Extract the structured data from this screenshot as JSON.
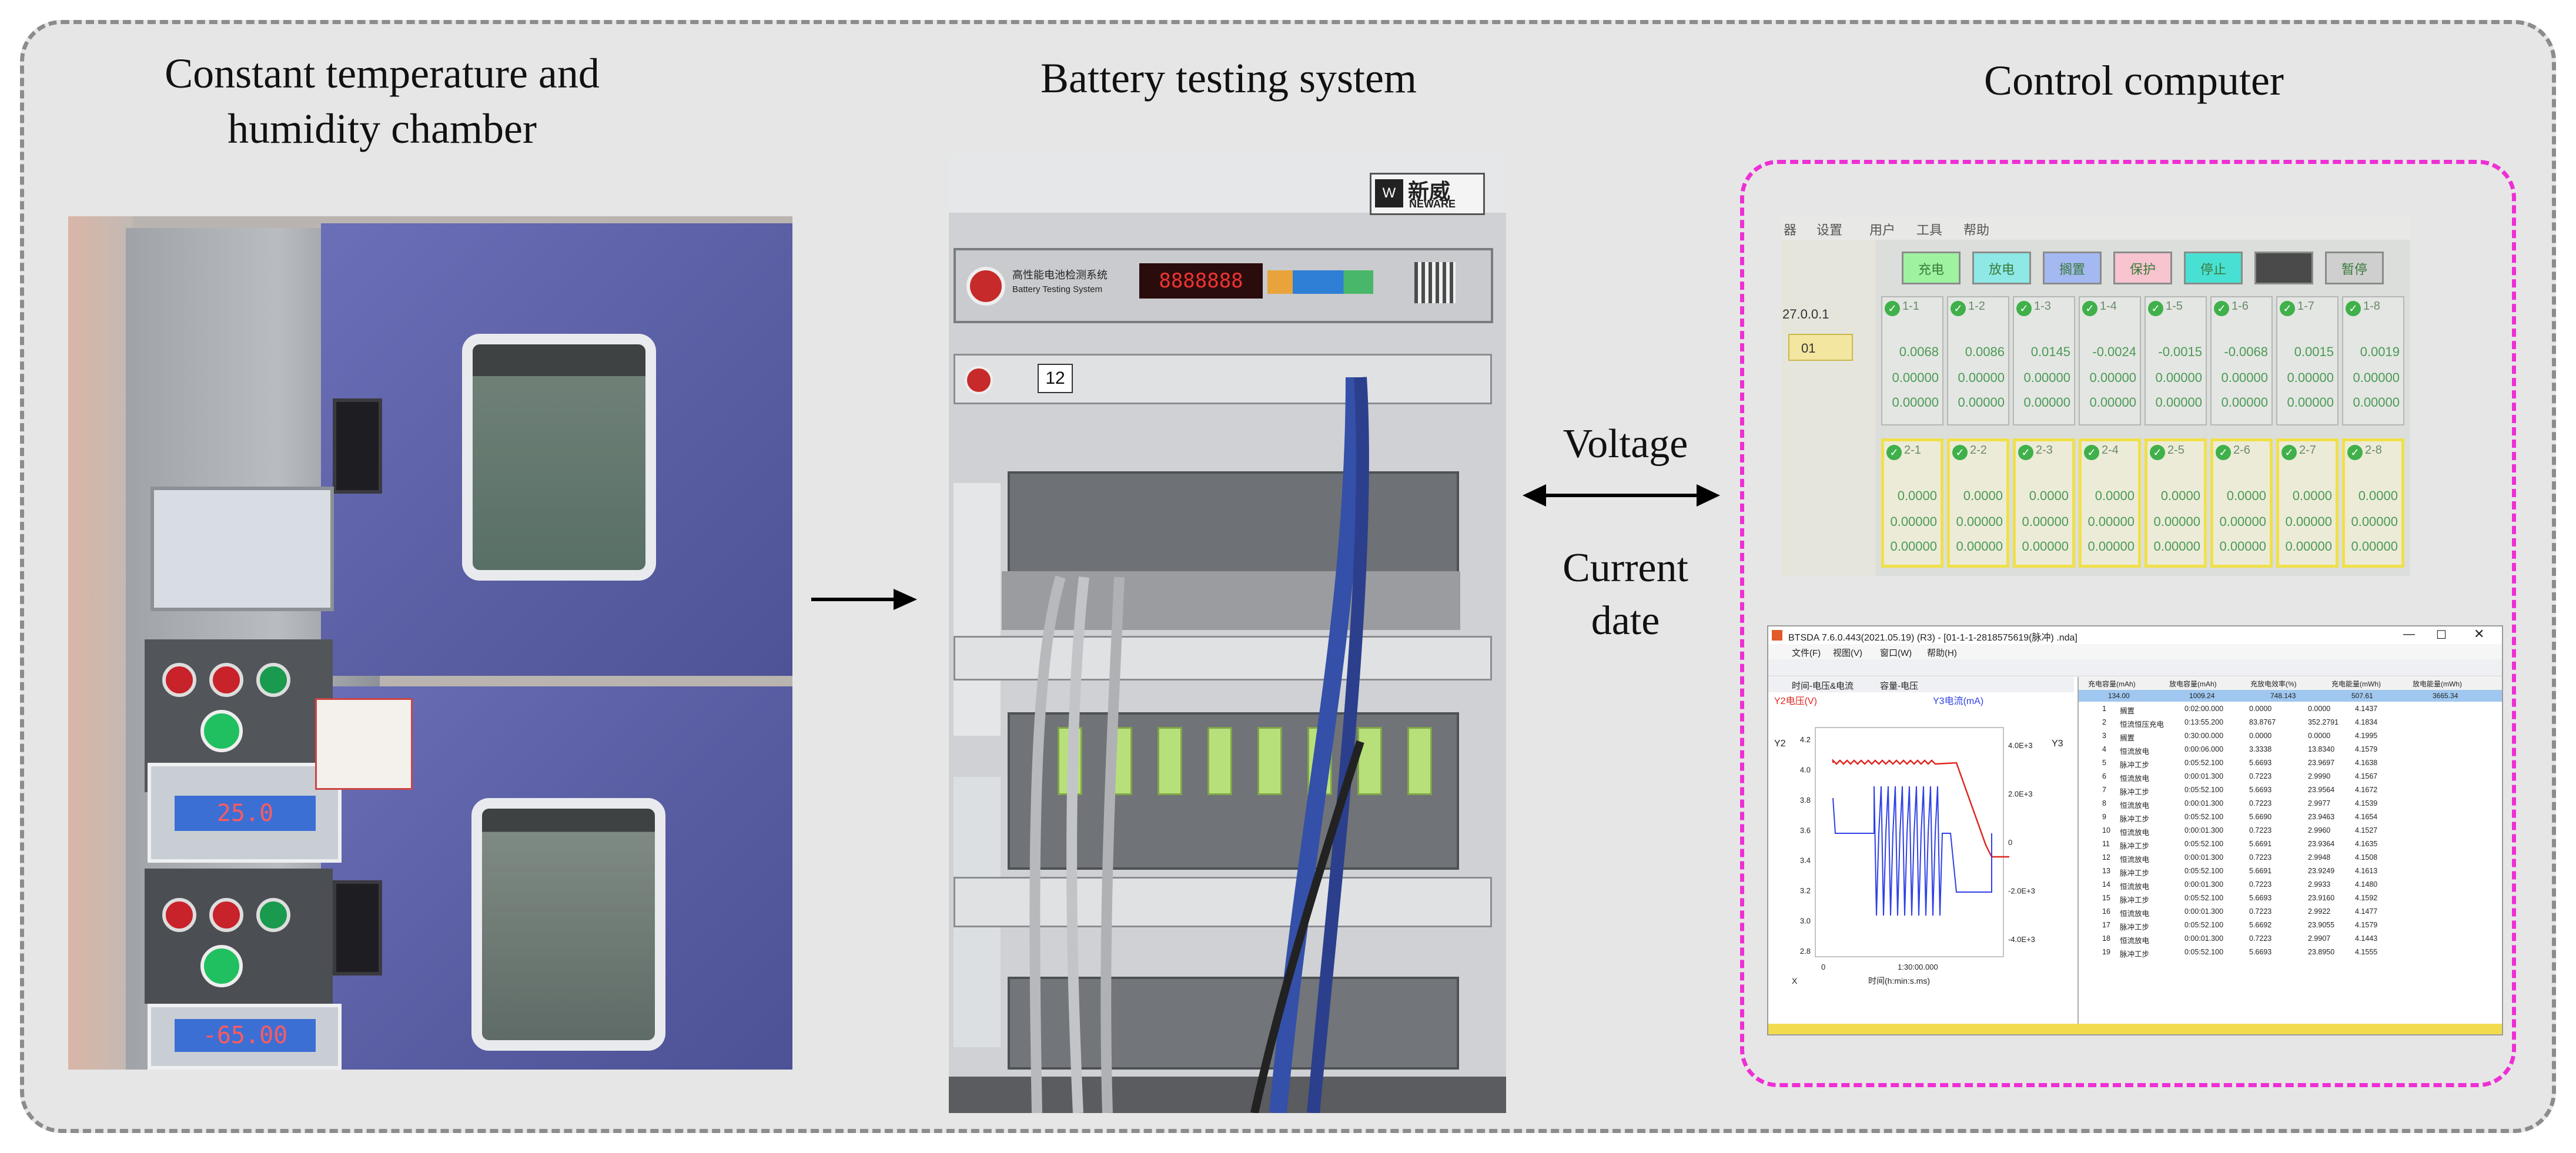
{
  "titles": {
    "chamber": "Constant temperature and humidity chamber",
    "chamber_line1": "Constant temperature and",
    "chamber_line2": "humidity chamber",
    "tester": "Battery testing system",
    "computer": "Control computer"
  },
  "labels": {
    "voltage": "Voltage",
    "current_line1": "Current",
    "current_line2": "date"
  },
  "chamber": {
    "display_top": "25.0",
    "display_bottom": "-65.00"
  },
  "rack": {
    "brand_cn": "新威",
    "brand_en": "NEWARE",
    "system_cn": "高性能电池检测系统",
    "system_en": "Battery Testing System",
    "display": "8888888",
    "unit_id": "12"
  },
  "monitor": {
    "menu": [
      "器",
      "设置",
      "用户",
      "工具",
      "帮助"
    ],
    "buttons": [
      {
        "label": "充电",
        "color": "#9ef2a0"
      },
      {
        "label": "放电",
        "color": "#8ee8e6"
      },
      {
        "label": "搁置",
        "color": "#a4b8f2"
      },
      {
        "label": "保护",
        "color": "#f7c4cf"
      },
      {
        "label": "停止",
        "color": "#49e0d4"
      },
      {
        "label": "",
        "color": "#4a4a4a"
      },
      {
        "label": "暂停",
        "color": "#cfcfcf"
      }
    ],
    "ip": "27.0.0.1",
    "node": "01",
    "row1": [
      {
        "id": "1-1",
        "v": "0.0068"
      },
      {
        "id": "1-2",
        "v": "0.0086"
      },
      {
        "id": "1-3",
        "v": "0.0145"
      },
      {
        "id": "1-4",
        "v": "-0.0024"
      },
      {
        "id": "1-5",
        "v": "-0.0015"
      },
      {
        "id": "1-6",
        "v": "-0.0068"
      },
      {
        "id": "1-7",
        "v": "0.0015"
      },
      {
        "id": "1-8",
        "v": "0.0019"
      }
    ],
    "row2": [
      {
        "id": "2-1",
        "v": "0.0000"
      },
      {
        "id": "2-2",
        "v": "0.0000"
      },
      {
        "id": "2-3",
        "v": "0.0000"
      },
      {
        "id": "2-4",
        "v": "0.0000"
      },
      {
        "id": "2-5",
        "v": "0.0000"
      },
      {
        "id": "2-6",
        "v": "0.0000"
      },
      {
        "id": "2-7",
        "v": "0.0000"
      },
      {
        "id": "2-8",
        "v": "0.0000"
      }
    ],
    "zero": "0.00000"
  },
  "software": {
    "title": "BTSDA 7.6.0.443(2021.05.19) (R3) - [01-1-1-2818575619(脉冲) .nda]",
    "menu": [
      "文件(F)",
      "视图(V)",
      "窗口(W)",
      "帮助(H)"
    ],
    "tabs": [
      "时间-电压&电流",
      "容量-电压"
    ],
    "chart": {
      "y_left_label": "Y2电压(V)",
      "y_right_label": "Y3电流(mA)",
      "y2": "Y2",
      "y3": "Y3",
      "left_ticks": [
        "4.2",
        "4.0",
        "3.8",
        "3.6",
        "3.4",
        "3.2",
        "3.0",
        "2.8"
      ],
      "right_ticks": [
        "4.0E+3",
        "2.0E+3",
        "0",
        "-2.0E+3",
        "-4.0E+3"
      ],
      "x_ticks": [
        "0",
        "1:30:00.000"
      ],
      "x_label": "时间(h:min:s.ms)",
      "x_sym": "X"
    },
    "table": {
      "headers": [
        "充电容量(mAh)",
        "放电容量(mAh)",
        "充放电效率(%)",
        "充电能量(mWh)",
        "放电能量(mWh)"
      ],
      "summary": [
        "134.00",
        "1009.24",
        "748.143",
        "507.61",
        "3665.34"
      ],
      "rows": [
        [
          "1",
          "搁置",
          "0:02:00.000",
          "0.0000",
          "0.0000",
          "4.1437"
        ],
        [
          "2",
          "恒流恒压充电",
          "0:13:55.200",
          "83.8767",
          "352.2791",
          "4.1834"
        ],
        [
          "3",
          "搁置",
          "0:30:00.000",
          "0.0000",
          "0.0000",
          "4.1995"
        ],
        [
          "4",
          "恒流放电",
          "0:00:06.000",
          "3.3338",
          "13.8340",
          "4.1579"
        ],
        [
          "5",
          "脉冲工步",
          "0:05:52.100",
          "5.6693",
          "23.9697",
          "4.1638"
        ],
        [
          "6",
          "恒流放电",
          "0:00:01.300",
          "0.7223",
          "2.9990",
          "4.1567"
        ],
        [
          "7",
          "脉冲工步",
          "0:05:52.100",
          "5.6693",
          "23.9564",
          "4.1672"
        ],
        [
          "8",
          "恒流放电",
          "0:00:01.300",
          "0.7223",
          "2.9977",
          "4.1539"
        ],
        [
          "9",
          "脉冲工步",
          "0:05:52.100",
          "5.6690",
          "23.9463",
          "4.1654"
        ],
        [
          "10",
          "恒流放电",
          "0:00:01.300",
          "0.7223",
          "2.9960",
          "4.1527"
        ],
        [
          "11",
          "脉冲工步",
          "0:05:52.100",
          "5.6691",
          "23.9364",
          "4.1635"
        ],
        [
          "12",
          "恒流放电",
          "0:00:01.300",
          "0.7223",
          "2.9948",
          "4.1508"
        ],
        [
          "13",
          "脉冲工步",
          "0:05:52.100",
          "5.6691",
          "23.9249",
          "4.1613"
        ],
        [
          "14",
          "恒流放电",
          "0:00:01.300",
          "0.7223",
          "2.9933",
          "4.1480"
        ],
        [
          "15",
          "脉冲工步",
          "0:05:52.100",
          "5.6693",
          "23.9160",
          "4.1592"
        ],
        [
          "16",
          "恒流放电",
          "0:00:01.300",
          "0.7223",
          "2.9922",
          "4.1477"
        ],
        [
          "17",
          "脉冲工步",
          "0:05:52.100",
          "5.6692",
          "23.9055",
          "4.1579"
        ],
        [
          "18",
          "恒流放电",
          "0:00:01.300",
          "0.7223",
          "2.9907",
          "4.1443"
        ],
        [
          "19",
          "脉冲工步",
          "0:05:52.100",
          "5.6693",
          "23.8950",
          "4.1555"
        ]
      ]
    }
  },
  "colors": {
    "pink_border": "#ee2fd4",
    "frame_border": "#8c8c8c",
    "chamber_panel": "#5f63a6",
    "voltage_line": "#e0261f",
    "current_line": "#2e3fe6",
    "monitor_yellow": "#f0e04a"
  }
}
